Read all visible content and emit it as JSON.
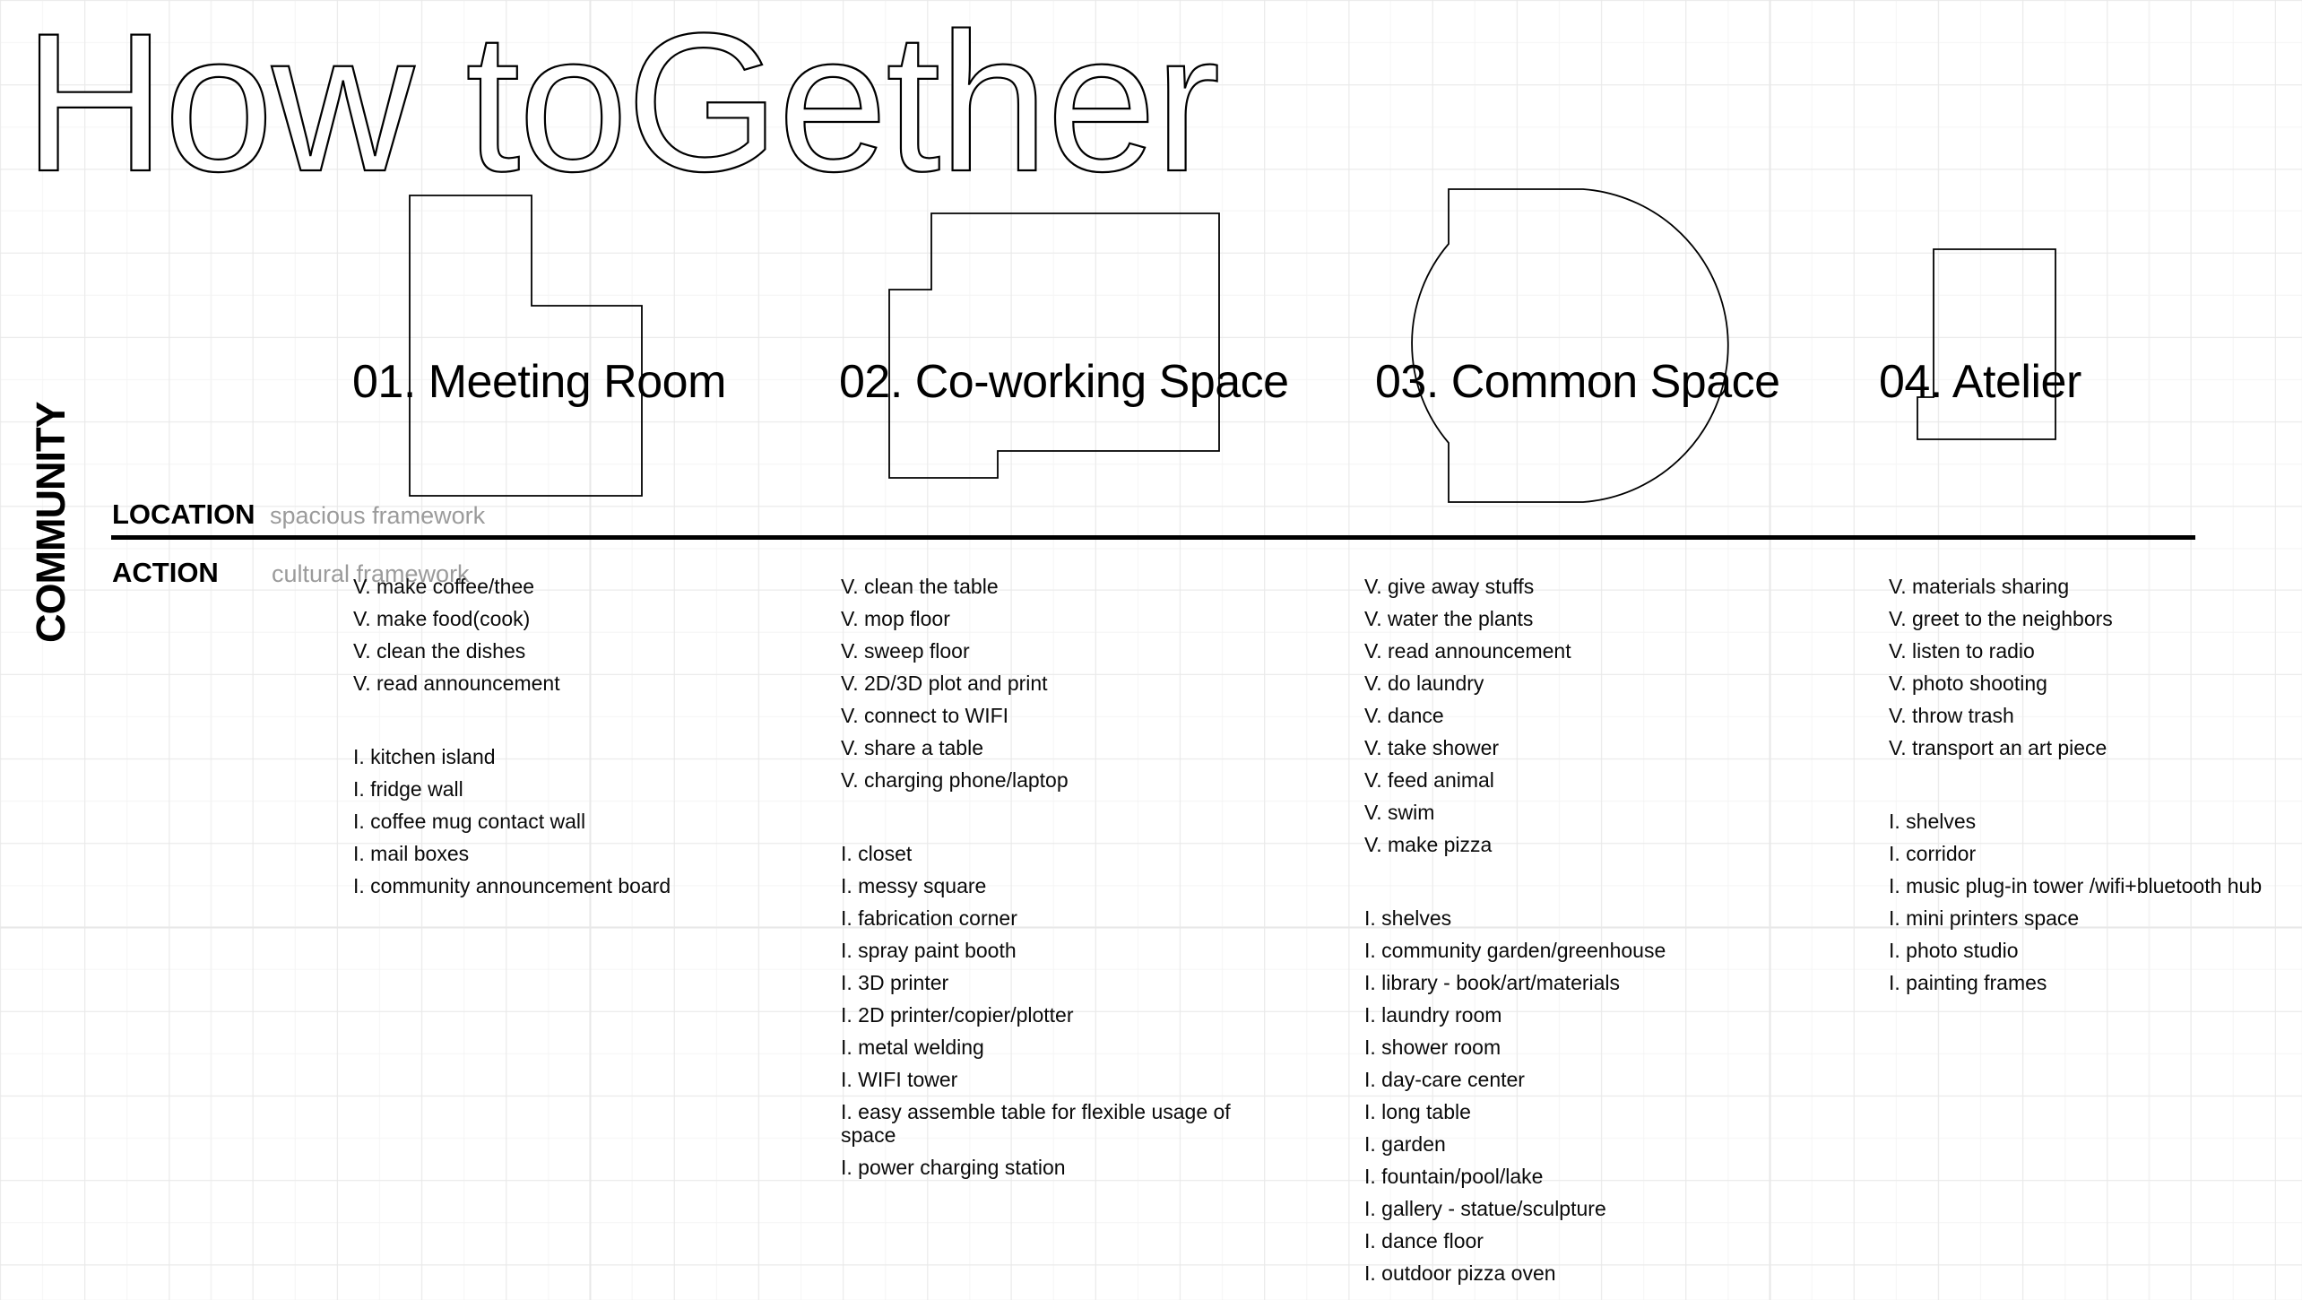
{
  "title": "How toGether",
  "community_label": "COMMUNITY",
  "frameworks": {
    "location_label": "LOCATION",
    "location_subtitle": "spacious framework",
    "action_label": "ACTION",
    "action_subtitle": "cultural framework"
  },
  "sections": [
    {
      "label": "01. Meeting Room",
      "verbs": [
        "V. make coffee/thee",
        "V. make food(cook)",
        "V. clean the dishes",
        "V. read announcement"
      ],
      "infrastructure": [
        "I. kitchen island",
        "I. fridge wall",
        "I. coffee mug contact wall",
        "I. mail boxes",
        "I. community announcement board"
      ]
    },
    {
      "label": "02. Co-working Space",
      "verbs": [
        "V. clean the table",
        "V. mop floor",
        "V. sweep floor",
        "V. 2D/3D plot and print",
        "V. connect to WIFI",
        "V. share a table",
        "V. charging phone/laptop"
      ],
      "infrastructure": [
        "I. closet",
        "I. messy square",
        "I. fabrication corner",
        "I. spray paint booth",
        "I. 3D printer",
        "I. 2D printer/copier/plotter",
        "I. metal welding",
        "I. WIFI tower",
        "I. easy assemble table for flexible usage of\nspace",
        "I. power charging station"
      ]
    },
    {
      "label": "03. Common Space",
      "verbs": [
        "V. give away stuffs",
        "V. water the plants",
        "V. read announcement",
        "V. do laundry",
        "V. dance",
        "V. take shower",
        "V. feed animal",
        "V. swim",
        "V. make pizza"
      ],
      "infrastructure": [
        "I. shelves",
        "I. community garden/greenhouse",
        "I. library - book/art/materials",
        "I. laundry room",
        "I. shower room",
        "I. day-care center",
        "I. long table",
        "I. garden",
        "I. fountain/pool/lake",
        "I. gallery - statue/sculpture",
        "I. dance floor",
        "I. outdoor pizza oven"
      ]
    },
    {
      "label": "04. Atelier",
      "verbs": [
        "V. materials sharing",
        "V. greet to the neighbors",
        "V. listen to radio",
        "V. photo shooting",
        "V. throw trash",
        "V. transport an art piece"
      ],
      "infrastructure": [
        "I. shelves",
        "I. corridor",
        "I. music plug-in tower /wifi+bluetooth hub",
        "I. mini printers space",
        "I. photo studio",
        "I. painting frames"
      ]
    }
  ],
  "colors": {
    "background": "#ffffff",
    "grid_minor": "#f4f4f4",
    "grid_major": "#e8e8e8",
    "text": "#000000",
    "subtitle_gray": "#9b9b9b",
    "shape_stroke": "#000000"
  }
}
